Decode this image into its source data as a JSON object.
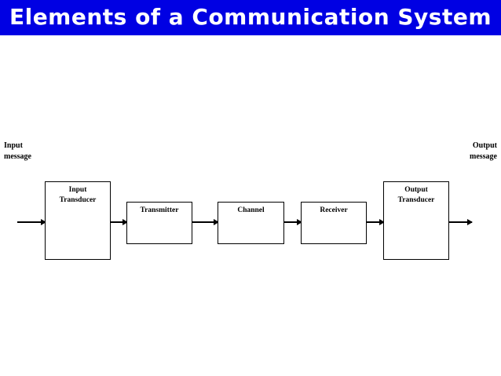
{
  "title": {
    "text": "Elements of a Communication System",
    "background_color": "#0000e3",
    "text_color": "#ffffff"
  },
  "diagram": {
    "labels": {
      "input_message": "Input\nmessage",
      "output_message": "Output\nmessage"
    },
    "blocks": [
      {
        "id": "input-transducer",
        "label": "Input\nTransducer"
      },
      {
        "id": "transmitter",
        "label": "Transmitter"
      },
      {
        "id": "channel",
        "label": "Channel"
      },
      {
        "id": "receiver",
        "label": "Receiver"
      },
      {
        "id": "output-transducer",
        "label": "Output\nTransducer"
      }
    ],
    "arrows": [
      {
        "id": "arrow-in",
        "from": "input-message",
        "to": "input-transducer"
      },
      {
        "id": "arrow-it-to-tx",
        "from": "input-transducer",
        "to": "transmitter"
      },
      {
        "id": "arrow-tx-to-ch",
        "from": "transmitter",
        "to": "channel"
      },
      {
        "id": "arrow-ch-to-rx",
        "from": "channel",
        "to": "receiver"
      },
      {
        "id": "arrow-rx-to-ot",
        "from": "receiver",
        "to": "output-transducer"
      },
      {
        "id": "arrow-out",
        "from": "output-transducer",
        "to": "output-message"
      }
    ],
    "line_color": "#000000",
    "background_color": "#ffffff"
  }
}
